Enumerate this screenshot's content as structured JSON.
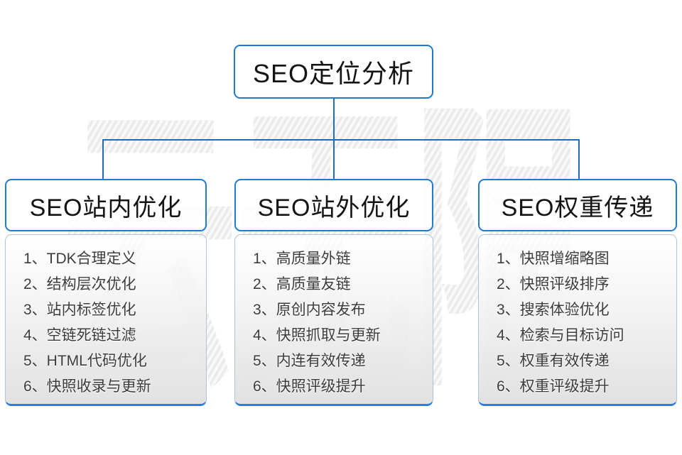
{
  "diagram": {
    "watermark_text": "云无限",
    "root": {
      "label": "SEO定位分析"
    },
    "branches": [
      {
        "title": "SEO站内优化",
        "items": [
          "1、TDK合理定义",
          "2、结构层次优化",
          "3、站内标签优化",
          "4、空链死链过滤",
          "5、HTML代码优化",
          "6、快照收录与更新"
        ]
      },
      {
        "title": "SEO站外优化",
        "items": [
          "1、高质量外链",
          "2、高质量友链",
          "3、原创内容发布",
          "4、快照抓取与更新",
          "5、内连有效传递",
          "6、快照评级提升"
        ]
      },
      {
        "title": "SEO权重传递",
        "items": [
          "1、快照增缩略图",
          "2、快照评级排序",
          "3、搜索体验优化",
          "4、检索与目标访问",
          "5、权重有效传递",
          "6、权重评级提升"
        ]
      }
    ],
    "colors": {
      "box_border_blue": "#1e7ad2",
      "connector_blue": "#1e6db8",
      "panel_bottom_border_blue": "#2b7fd6",
      "list_text": "#3c3c3c",
      "watermark_gray": "#ebebeb"
    }
  }
}
